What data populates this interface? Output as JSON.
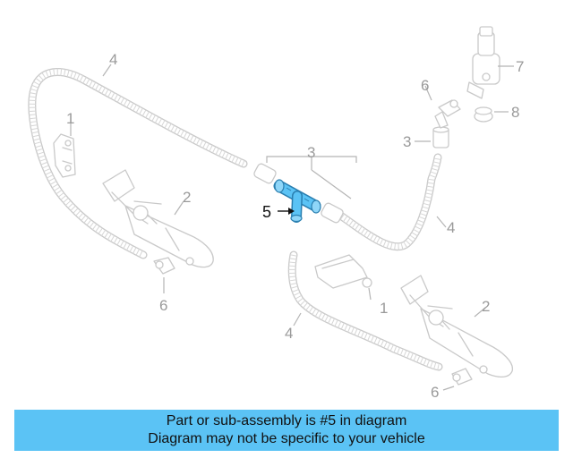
{
  "diagram": {
    "callouts": {
      "c1_upper": "1",
      "c1_lower": "1",
      "c2_left": "2",
      "c2_right": "2",
      "c3_top": "3",
      "c3_right": "3",
      "c4_top": "4",
      "c4_right": "4",
      "c4_bottom": "4",
      "c5": "5",
      "c6_left": "6",
      "c6_top": "6",
      "c6_bottom": "6",
      "c7": "7",
      "c8": "8"
    },
    "highlight_color": "#5bc3f5"
  },
  "banner": {
    "line1": "Part or sub-assembly is #5 in diagram",
    "line2": "Diagram may not be specific to your vehicle",
    "background": "#5bc3f5"
  }
}
